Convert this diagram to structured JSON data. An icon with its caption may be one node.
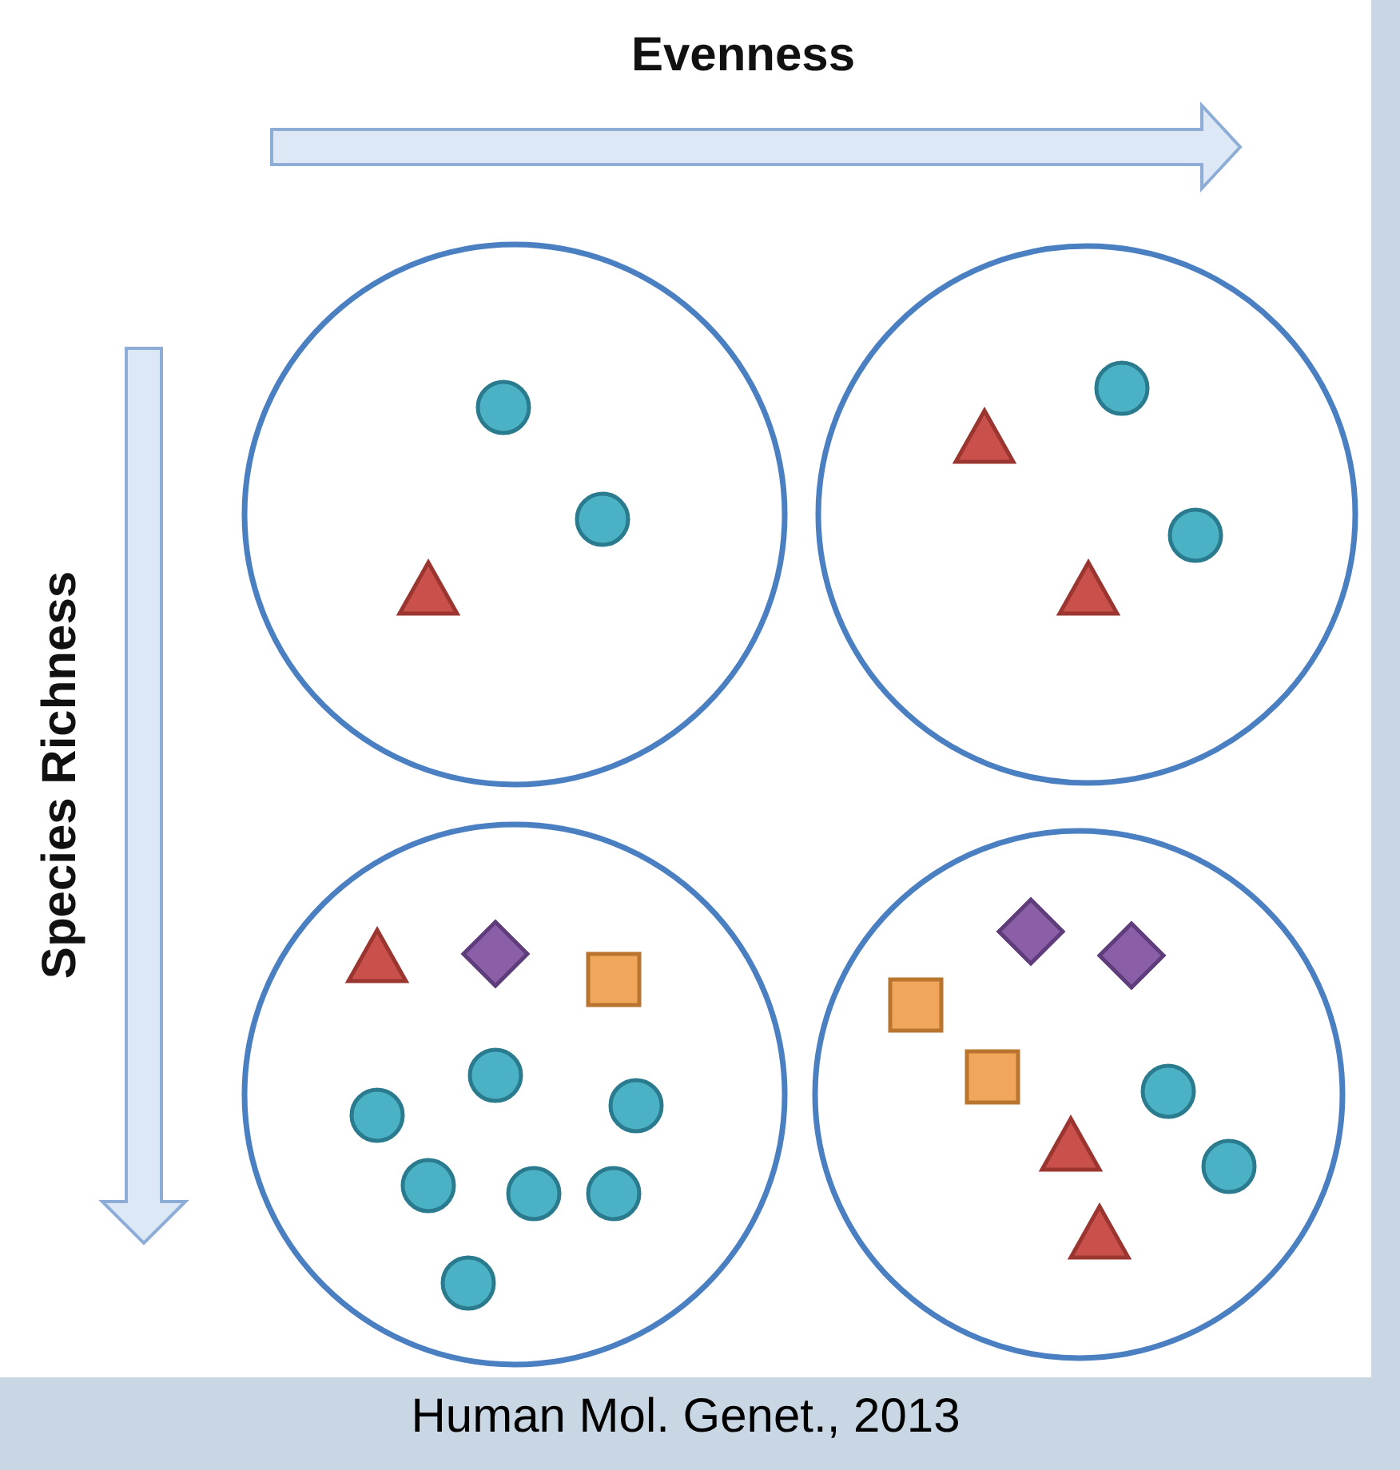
{
  "diagram": {
    "caption": "Human Mol. Genet., 2013",
    "labels": [
      "Evenness",
      "Species Richness"
    ]
  }
}
